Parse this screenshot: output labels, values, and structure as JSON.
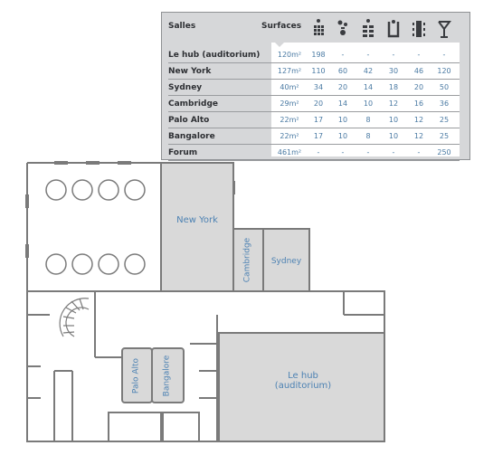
{
  "table": {
    "col_room": "Salles",
    "col_area": "Surfaces",
    "layout_icons": [
      "theatre-icon",
      "cabaret-icon",
      "classroom-icon",
      "u-shape-icon",
      "boardroom-icon",
      "cocktail-icon"
    ],
    "rows": [
      {
        "name": "Le hub (auditorium)",
        "area": "120m²",
        "values": [
          "198",
          "-",
          "-",
          "-",
          "-",
          "-"
        ]
      },
      {
        "name": "New York",
        "area": "127m²",
        "values": [
          "110",
          "60",
          "42",
          "30",
          "46",
          "120"
        ]
      },
      {
        "name": "Sydney",
        "area": "40m²",
        "values": [
          "34",
          "20",
          "14",
          "18",
          "20",
          "50"
        ]
      },
      {
        "name": "Cambridge",
        "area": "29m²",
        "values": [
          "20",
          "14",
          "10",
          "12",
          "16",
          "36"
        ]
      },
      {
        "name": "Palo Alto",
        "area": "22m²",
        "values": [
          "17",
          "10",
          "8",
          "10",
          "12",
          "25"
        ]
      },
      {
        "name": "Bangalore",
        "area": "22m²",
        "values": [
          "17",
          "10",
          "8",
          "10",
          "12",
          "25"
        ]
      },
      {
        "name": "Forum",
        "area": "461m²",
        "values": [
          "-",
          "-",
          "-",
          "-",
          "-",
          "250"
        ]
      }
    ]
  },
  "plan": {
    "rooms": {
      "new_york": "New York",
      "cambridge": "Cambridge",
      "sydney": "Sydney",
      "palo_alto": "Palo Alto",
      "bangalore": "Bangalore",
      "hub_line1": "Le hub",
      "hub_line2": "(auditorium)"
    }
  },
  "colors": {
    "room_fill": "#d9d9d9",
    "wall": "#7a7a7a",
    "label": "#4d82b3",
    "value": "#4a7aa3"
  }
}
